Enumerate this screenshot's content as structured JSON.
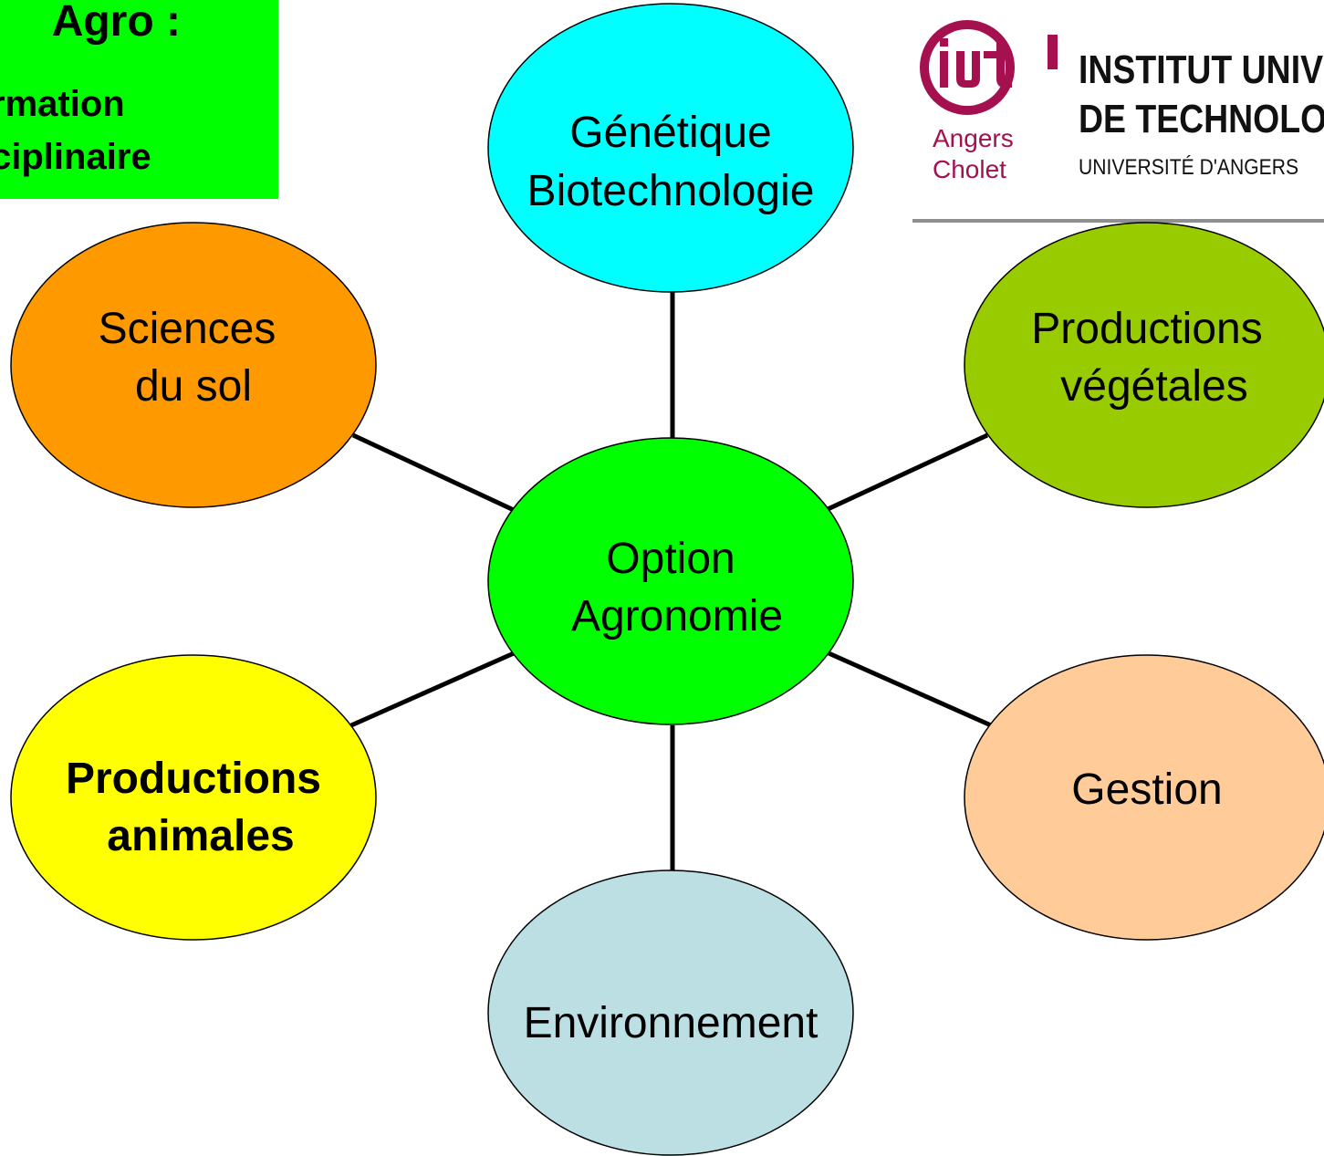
{
  "title": {
    "line1": "Agro :",
    "line2": "rmation",
    "line3": "ciplinaire",
    "background": "#00ff00"
  },
  "logo": {
    "mark": "iut",
    "city1": "Angers",
    "city2": "Cholet",
    "line1": "INSTITUT UNIV",
    "line2": "DE TECHNOLO",
    "line3": "UNIVERSITÉ D'ANGERS",
    "brand_color": "#a5114f"
  },
  "center": {
    "lines": [
      "Option",
      "Agronomie"
    ],
    "color": "#00ff00"
  },
  "nodes": [
    {
      "id": "genetique",
      "lines": [
        "Génétique",
        "Biotechnologie"
      ],
      "color": "#00ffff"
    },
    {
      "id": "prod-vegetales",
      "lines": [
        "Productions",
        "végétales"
      ],
      "color": "#99cc00"
    },
    {
      "id": "gestion",
      "lines": [
        "Gestion"
      ],
      "color": "#ffcc99"
    },
    {
      "id": "environnement",
      "lines": [
        "Environnement"
      ],
      "color": "#bbdfe3"
    },
    {
      "id": "prod-animales",
      "lines": [
        "Productions",
        "animales"
      ],
      "color": "#ffff00",
      "bold": true
    },
    {
      "id": "sciences-sol",
      "lines": [
        "Sciences",
        "du sol"
      ],
      "color": "#ff9900"
    }
  ]
}
